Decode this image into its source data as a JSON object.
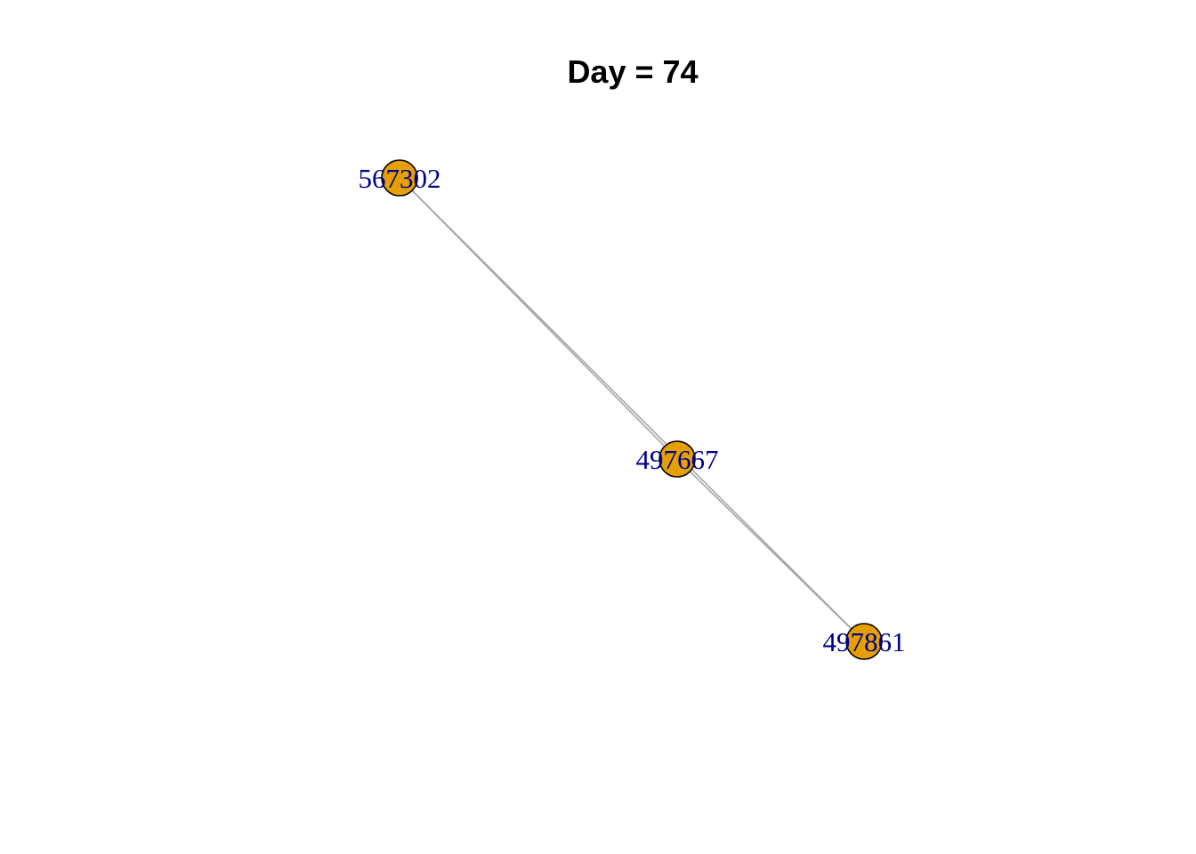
{
  "title": "Day = 74",
  "colors": {
    "node_fill": "#E69F00",
    "node_stroke": "#000000",
    "edge": "#A6A6A6",
    "label": "#00008B"
  },
  "graph": {
    "nodes": [
      {
        "id": "567302",
        "label": "567302"
      },
      {
        "id": "497667",
        "label": "497667"
      },
      {
        "id": "497861",
        "label": "497861"
      }
    ],
    "edges": [
      {
        "source": "567302",
        "target": "497667"
      },
      {
        "source": "567302",
        "target": "497861"
      },
      {
        "source": "497667",
        "target": "497861"
      }
    ]
  }
}
